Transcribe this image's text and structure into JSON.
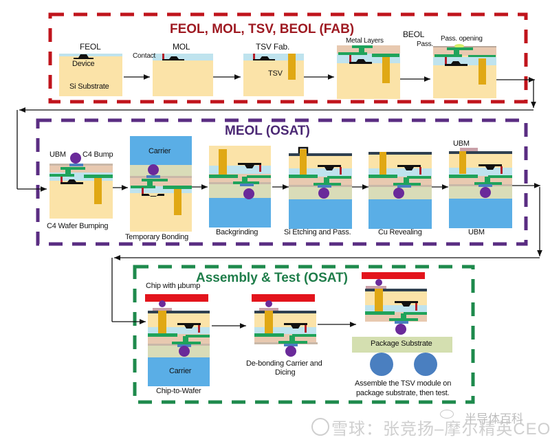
{
  "diagram": {
    "stages": [
      {
        "id": "fab",
        "title": "FEOL, MOL, TSV, BEOL (FAB)",
        "border_color": "#c0141c",
        "title_color": "#9e1a22",
        "steps": [
          {
            "label": "FEOL",
            "annotations": [
              "Device",
              "Si Substrate"
            ]
          },
          {
            "label": "MOL",
            "annotations": [
              "Contact"
            ]
          },
          {
            "label": "TSV Fab.",
            "annotations": [
              "TSV"
            ]
          },
          {
            "label": "Metal Layers",
            "annotations": []
          },
          {
            "label": "Pass. opening",
            "annotations": [
              "BEOL",
              "Pass."
            ]
          }
        ]
      },
      {
        "id": "meol",
        "title": "MEOL (OSAT)",
        "border_color": "#5a2d82",
        "title_color": "#4b2874",
        "steps": [
          {
            "label": "C4 Wafer Bumping",
            "annotations": [
              "UBM",
              "C4 Bump"
            ]
          },
          {
            "label": "Temporary Bonding",
            "annotations": [
              "Carrier"
            ]
          },
          {
            "label": "Backgrinding",
            "annotations": []
          },
          {
            "label": "Si Etching and Pass.",
            "annotations": []
          },
          {
            "label": "Cu Revealing",
            "annotations": []
          },
          {
            "label": "UBM",
            "annotations": [
              "UBM"
            ]
          }
        ]
      },
      {
        "id": "assembly",
        "title": "Assembly  & Test (OSAT)",
        "border_color": "#1e8a4c",
        "title_color": "#1f7d4a",
        "steps": [
          {
            "label": "Chip-to-Wafer",
            "annotations": [
              "Chip with µbump",
              "Carrier"
            ]
          },
          {
            "label": "De-bonding Carrier  and",
            "label2": "Dicing",
            "annotations": []
          },
          {
            "label": "Assemble the TSV module on",
            "label2": "package substrate, then test.",
            "annotations": [
              "Package Substrate"
            ]
          }
        ]
      }
    ],
    "colors": {
      "si": "#fbe3a8",
      "dielectric": "#bfe3ee",
      "metal": "#1fa35b",
      "tsv": "#e0a814",
      "contact": "#b3202a",
      "device": "#111111",
      "bump": "#6a2a9a",
      "carrier": "#5aaee6",
      "passivation": "#e8c9b0",
      "adhesive": "#d9dcb8",
      "chip": "#e3141c",
      "ubm": "#c9a0a8",
      "substrate": "#d4dfb0",
      "ball": "#4a7fc0",
      "backside_pass": "#2f4050"
    }
  },
  "watermark": {
    "main": "雪球：张竞扬–摩尔精英CEO",
    "secondary": "半导体百科"
  }
}
